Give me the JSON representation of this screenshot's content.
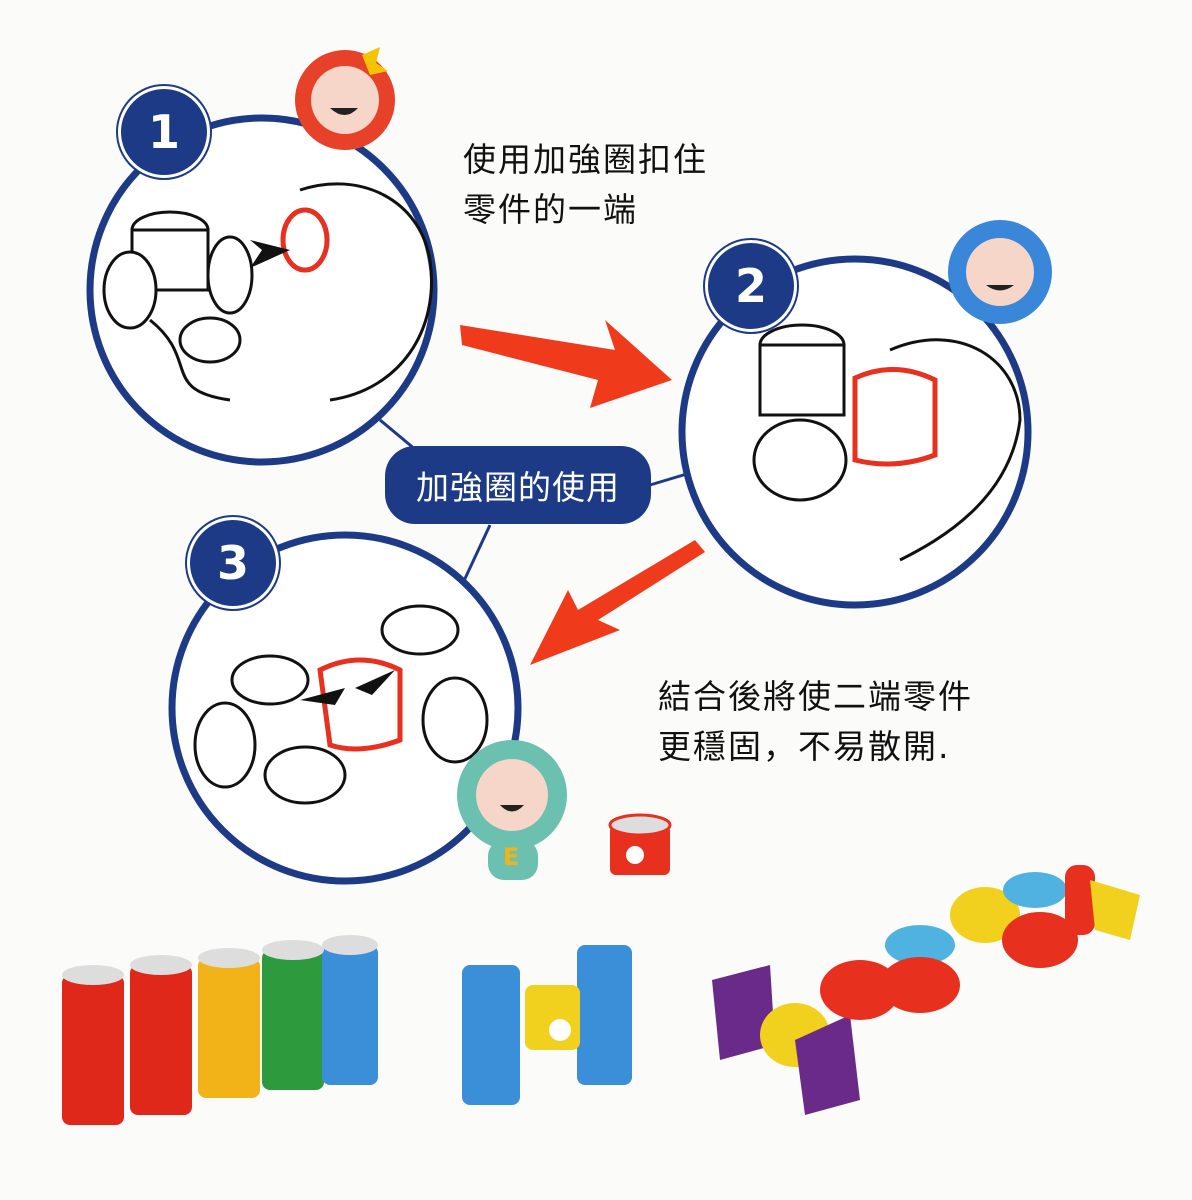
{
  "steps": [
    {
      "number": "1",
      "text_lines": [
        "使用加強圈扣住",
        "零件的一端"
      ]
    },
    {
      "number": "2"
    },
    {
      "number": "3",
      "text_lines": [
        "結合後將使二端零件",
        "更穩固，不易散開."
      ]
    }
  ],
  "center_label": "加強圈的使用",
  "mascot_letter": "E",
  "colors": {
    "navy": "#1d3a86",
    "arrow_red": "#f03a1c",
    "ring_red": "#e8301f"
  }
}
